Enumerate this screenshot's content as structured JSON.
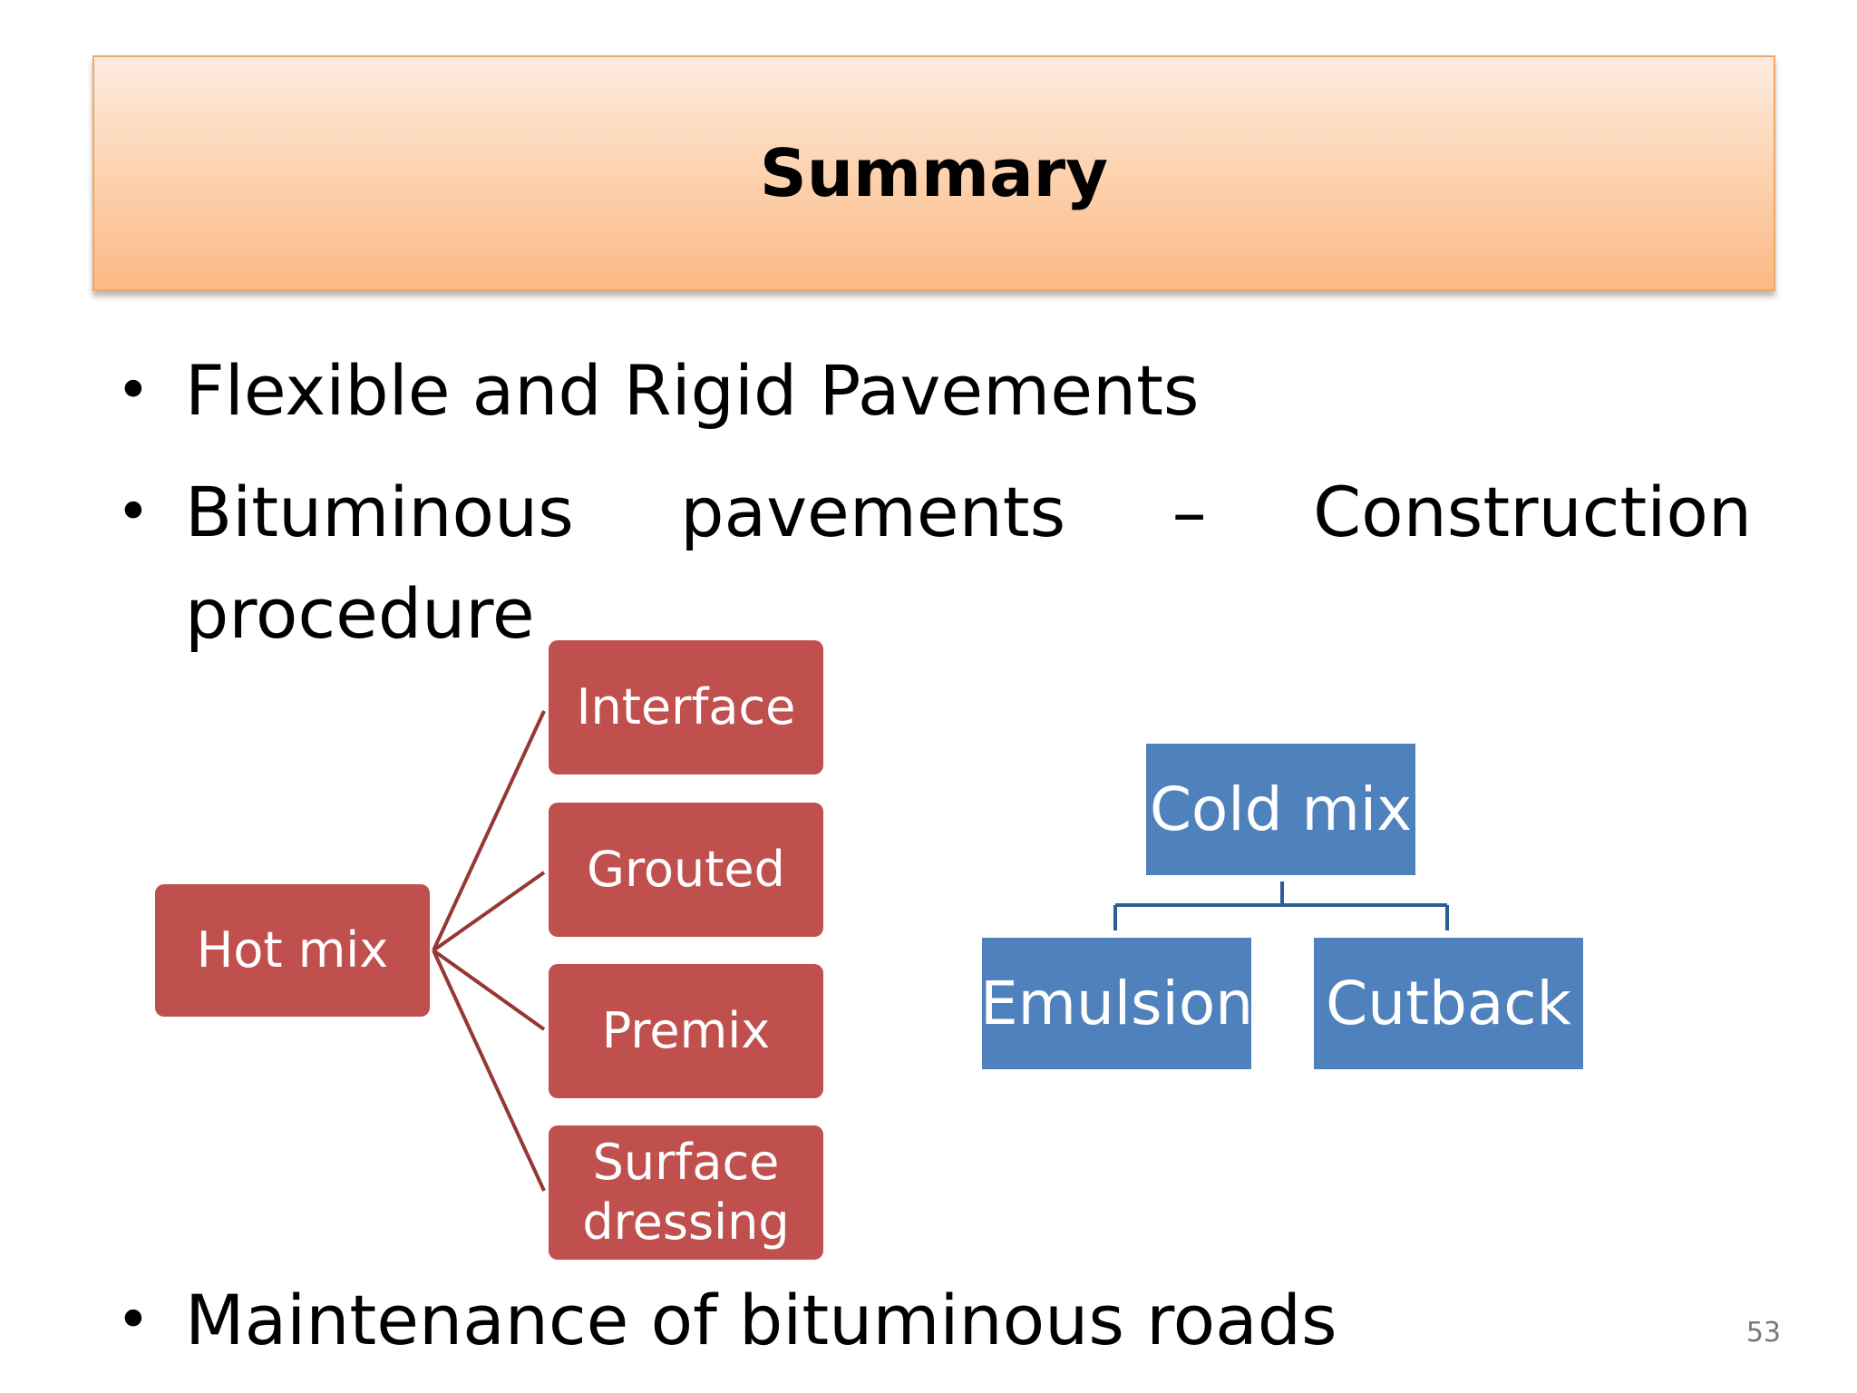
{
  "slide": {
    "title": "Summary",
    "bullets": {
      "b1": "Flexible and Rigid Pavements",
      "b2_words": [
        "Bituminous",
        "pavements",
        "–",
        "Construction"
      ],
      "b2_cont": "procedure",
      "b3": "Maintenance of bituminous roads"
    },
    "bullet_symbol": "•",
    "page_number": "53"
  },
  "hot_mix_diagram": {
    "root": "Hot mix",
    "children": [
      "Interface",
      "Grouted",
      "Premix",
      "Surface dressing"
    ],
    "color": "#c0504d",
    "connector_color": "#953735"
  },
  "cold_mix_diagram": {
    "root": "Cold mix",
    "children": [
      "Emulsion",
      "Cutback"
    ],
    "color": "#4f81bd",
    "connector_color": "#2c5d94"
  }
}
